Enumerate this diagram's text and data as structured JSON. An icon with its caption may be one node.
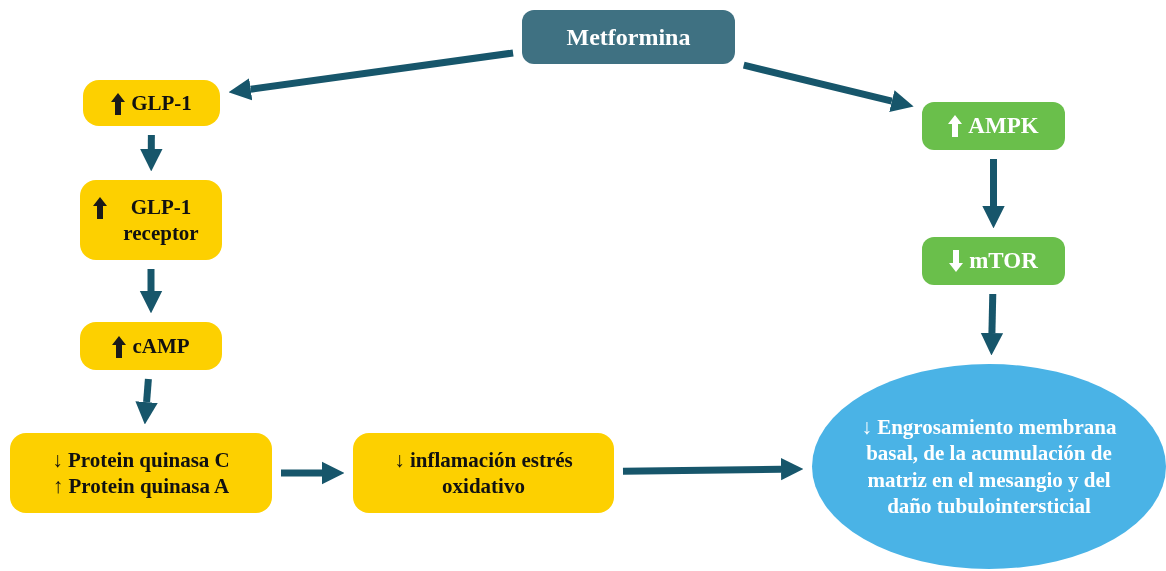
{
  "diagram": {
    "nodes": [
      {
        "text": [
          "Metformina"
        ]
      },
      {
        "text": [
          "GLP-1"
        ]
      },
      {
        "text": [
          "GLP-1 receptor"
        ]
      },
      {
        "text": [
          "cAMP"
        ]
      },
      {
        "text": [
          "↓ Protein quinasa C",
          "↑ Protein quinasa A"
        ]
      },
      {
        "text": [
          "↓ inflamación estrés oxidativo"
        ]
      },
      {
        "text": [
          "AMPK"
        ]
      },
      {
        "text": [
          "mTOR"
        ]
      },
      {
        "text": [
          "↓ Engrosamiento membrana basal, de la acumulación de matriz en el mesangio y del daño tubulointersticial"
        ]
      }
    ],
    "edges": [
      {
        "from": 0,
        "to": 1,
        "arrow": "to"
      },
      {
        "from": 0,
        "to": 6,
        "arrow": "to"
      },
      {
        "from": 1,
        "to": 2,
        "arrow": "to"
      },
      {
        "from": 2,
        "to": 3,
        "arrow": "to"
      },
      {
        "from": 3,
        "to": 4,
        "arrow": "to"
      },
      {
        "from": 4,
        "to": 5,
        "arrow": "to"
      },
      {
        "from": 5,
        "to": 8,
        "arrow": "to"
      },
      {
        "from": 6,
        "to": 7,
        "arrow": "to"
      },
      {
        "from": 7,
        "to": 8,
        "arrow": "to"
      }
    ]
  }
}
